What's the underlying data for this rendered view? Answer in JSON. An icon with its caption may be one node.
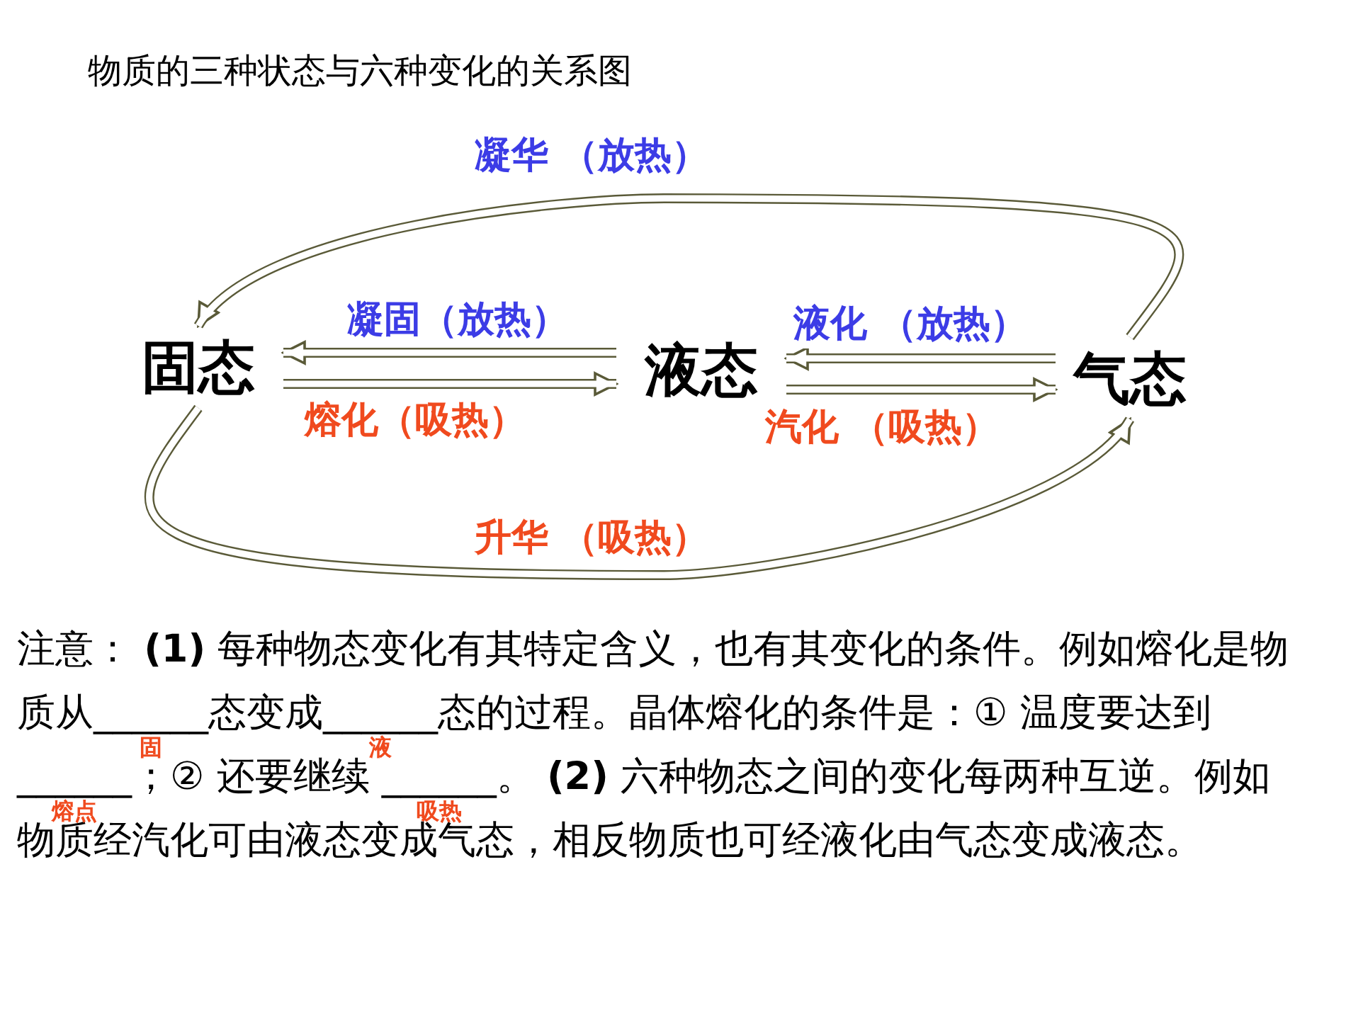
{
  "diagram": {
    "title": "物质的三种状态与六种变化的关系图",
    "nodes": [
      {
        "text": [
          "固态"
        ]
      },
      {
        "text": [
          "液态"
        ]
      },
      {
        "text": [
          "气态"
        ]
      }
    ],
    "edges": [
      {
        "from": 2,
        "to": 0,
        "arrow": "to",
        "label": "凝华 （放热）"
      },
      {
        "from": 1,
        "to": 0,
        "arrow": "to",
        "label": "凝固（放热）"
      },
      {
        "from": 0,
        "to": 1,
        "arrow": "to",
        "label": "熔化（吸热）"
      },
      {
        "from": 2,
        "to": 1,
        "arrow": "to",
        "label": "液化 （放热）"
      },
      {
        "from": 1,
        "to": 2,
        "arrow": "to",
        "label": "汽化 （吸热）"
      },
      {
        "from": 0,
        "to": 2,
        "arrow": "to",
        "label": "升华 （吸热）"
      }
    ],
    "labels": [
      "注意： **(1)** 每种物态变化有其特定含义，也有其变化的条件。例如熔化是物质从______态变成______态的过程。晶体熔化的条件是：① 温度要达到______；② 还要继续 ______。 **(2)** 六种物态之间的变化每两种互逆。例如物质经汽化可由液态变成气态，相反物质也可经液化由气态变成液态。",
      "固",
      "液",
      "熔点",
      "吸热"
    ]
  }
}
